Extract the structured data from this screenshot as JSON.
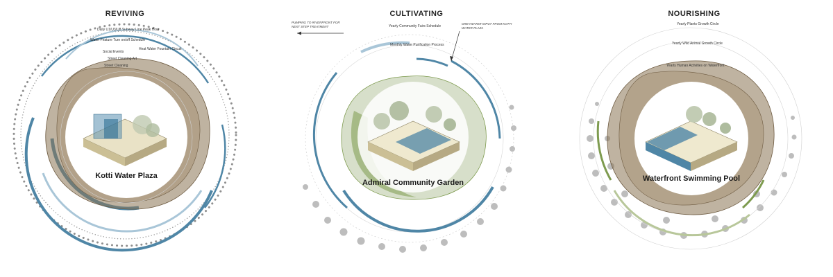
{
  "colors": {
    "blue": "#4f86a6",
    "light_blue": "#a9c6d8",
    "brown": "#8b7454",
    "green": "#7e9b4f",
    "grey_dot": "#8f8f8f",
    "light_grey": "#cfcfcf"
  },
  "panels": [
    {
      "title": "REVIVING",
      "site_name": "Kotti Water Plaza",
      "ring_labels": [
        "Daily U1/U3/U8 Subway Line Peak Hour",
        "Water Feature Turn on/off Schedule",
        "Social Events",
        "Heat Water Fountain Circuit",
        "Street Cleaning Art",
        "Street Cleaning"
      ],
      "notes": []
    },
    {
      "title": "CULTIVATING",
      "site_name": "Admiral Community Garden",
      "ring_labels": [
        "Yearly Community Fairs Schedule",
        "Monthly Water Purification Process"
      ],
      "notes": [
        "PUMPING TO RIVERFRONT FOR NEXT STEP TREATMENT",
        "GREYWATER INPUT FROM KOTTI WATER PLAZA"
      ]
    },
    {
      "title": "NOURISHING",
      "site_name": "Waterfront Swimming Pool",
      "ring_labels": [
        "Yearly Plants Growth Circle",
        "Yearly Wild Animal Growth Circle",
        "Yearly Human Activities on Waterfront"
      ],
      "notes": []
    }
  ]
}
